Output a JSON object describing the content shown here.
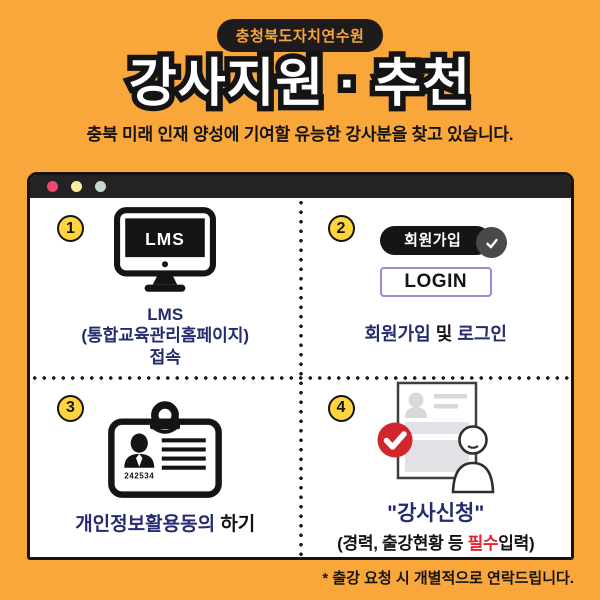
{
  "header": {
    "org_badge": "충청북도자치연수원",
    "title": "강사지원 · 추천",
    "subtitle": "충북 미래 인재 양성에 기여할 유능한 강사분을 찾고 있습니다."
  },
  "window": {
    "titlebar_dot_icons": [
      "red-dot",
      "yellow-dot",
      "green-dot"
    ]
  },
  "steps": [
    {
      "number": "1",
      "icon": "lms-monitor-icon",
      "monitor_label": "LMS",
      "line1": "LMS",
      "line2": "(통합교육관리홈페이지)",
      "line3": "접속"
    },
    {
      "number": "2",
      "icon": "checkmark-icon",
      "signup_button": "회원가입",
      "login_button": "LOGIN",
      "caption_part1": "회원가입",
      "caption_part2": " 및 ",
      "caption_part3": "로그인"
    },
    {
      "number": "3",
      "icon": "id-card-icon",
      "id_card_number": "242534",
      "caption_blue": "개인정보활용동의",
      "caption_black": " 하기"
    },
    {
      "number": "4",
      "icon": "application-form-check-icon",
      "caption_title": "\"강사신청\"",
      "caption_prefix": "(경력, 출강현황 등 ",
      "caption_required": "필수",
      "caption_suffix": "입력)"
    }
  ],
  "footnote": {
    "text": "* 출강 요청 시 개별적으로 연락드립니다."
  },
  "colors": {
    "background_orange": "#F9A63B",
    "title_fill": "#FFFFFF",
    "title_outline": "#141414",
    "navy_text": "#242B6E",
    "number_badge_yellow": "#FFD53F",
    "required_red": "#E3242B",
    "check_circle_red": "#D2262E",
    "titlebar_dark": "#252223",
    "dot_red": "#F0476C",
    "dot_yellow": "#F6F0A0",
    "dot_green": "#C2DBC8",
    "login_border": "#8B8FDC"
  }
}
